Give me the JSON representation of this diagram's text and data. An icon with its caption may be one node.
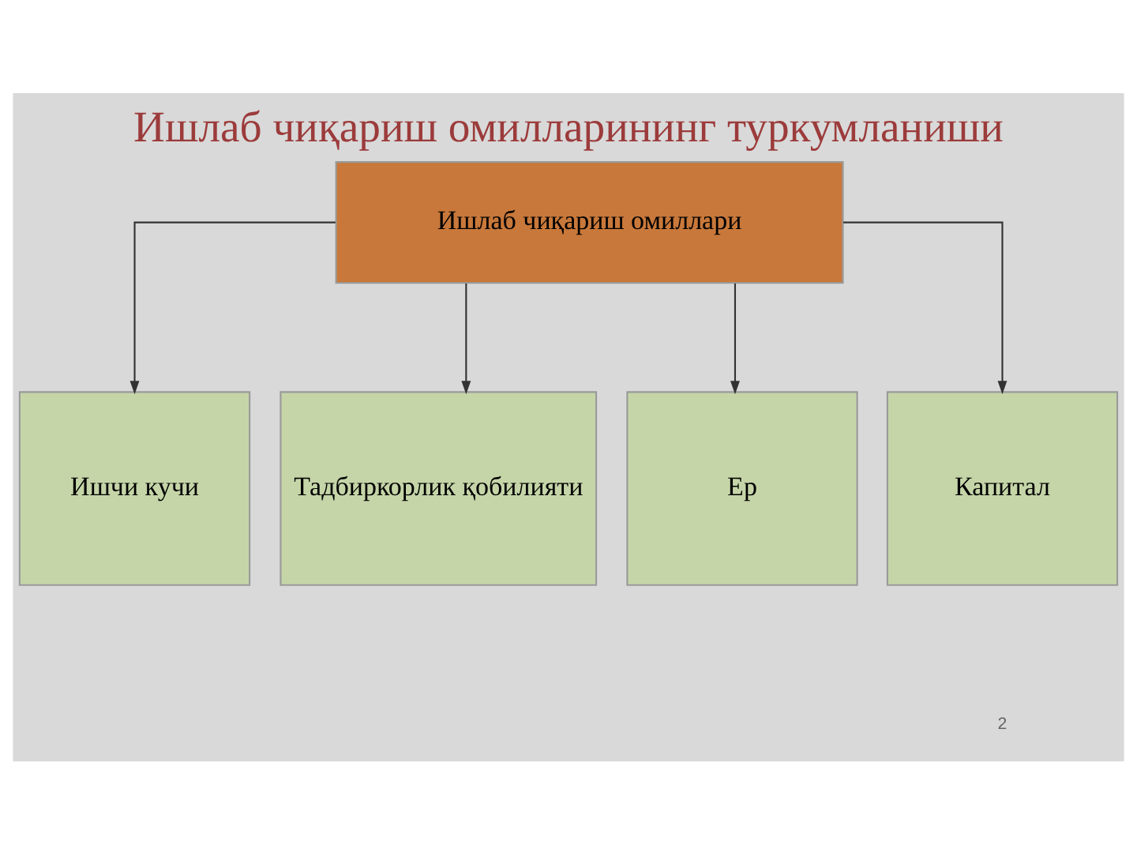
{
  "diagram": {
    "title": "Ишлаб чиқариш омилларининг туркумланиши",
    "nodes": [
      {
        "text": [
          "Ишлаб чиқариш омиллари"
        ]
      },
      {
        "text": [
          "Ишчи кучи"
        ]
      },
      {
        "text": [
          "Тадбиркорлик қобилияти"
        ]
      },
      {
        "text": [
          "Ер"
        ]
      },
      {
        "text": [
          "Капитал"
        ]
      }
    ],
    "edges": [
      {
        "from": 0,
        "to": 1,
        "arrow": "to"
      },
      {
        "from": 0,
        "to": 2,
        "arrow": "to"
      },
      {
        "from": 0,
        "to": 3,
        "arrow": "to"
      },
      {
        "from": 0,
        "to": 4,
        "arrow": "to"
      }
    ],
    "labels": [
      "2"
    ]
  }
}
